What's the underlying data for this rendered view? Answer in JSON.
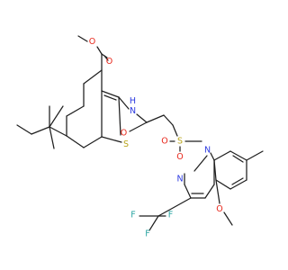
{
  "structure": {
    "colors": {
      "carbon_bond": "#1f1f1f",
      "oxygen": "#e8271b",
      "nitrogen": "#2b39e0",
      "sulfur": "#b8a41a",
      "fluorine": "#2aa5a2",
      "background": "#ffffff"
    },
    "atom_labels": {
      "ester_carbonyl_o": "O",
      "ester_o": "O",
      "nh": "H",
      "nh_n": "N",
      "thiophene_s": "S",
      "amide_o": "O",
      "sulfonyl_o_left": "O",
      "sulfonyl_s": "S",
      "sulfonyl_o_bottom": "O",
      "pyrimidine_n_top": "N",
      "pyrimidine_n_bottom": "N",
      "methoxy_o": "O",
      "f_left": "F",
      "f_mid": "F",
      "f_bottom": "F"
    }
  }
}
